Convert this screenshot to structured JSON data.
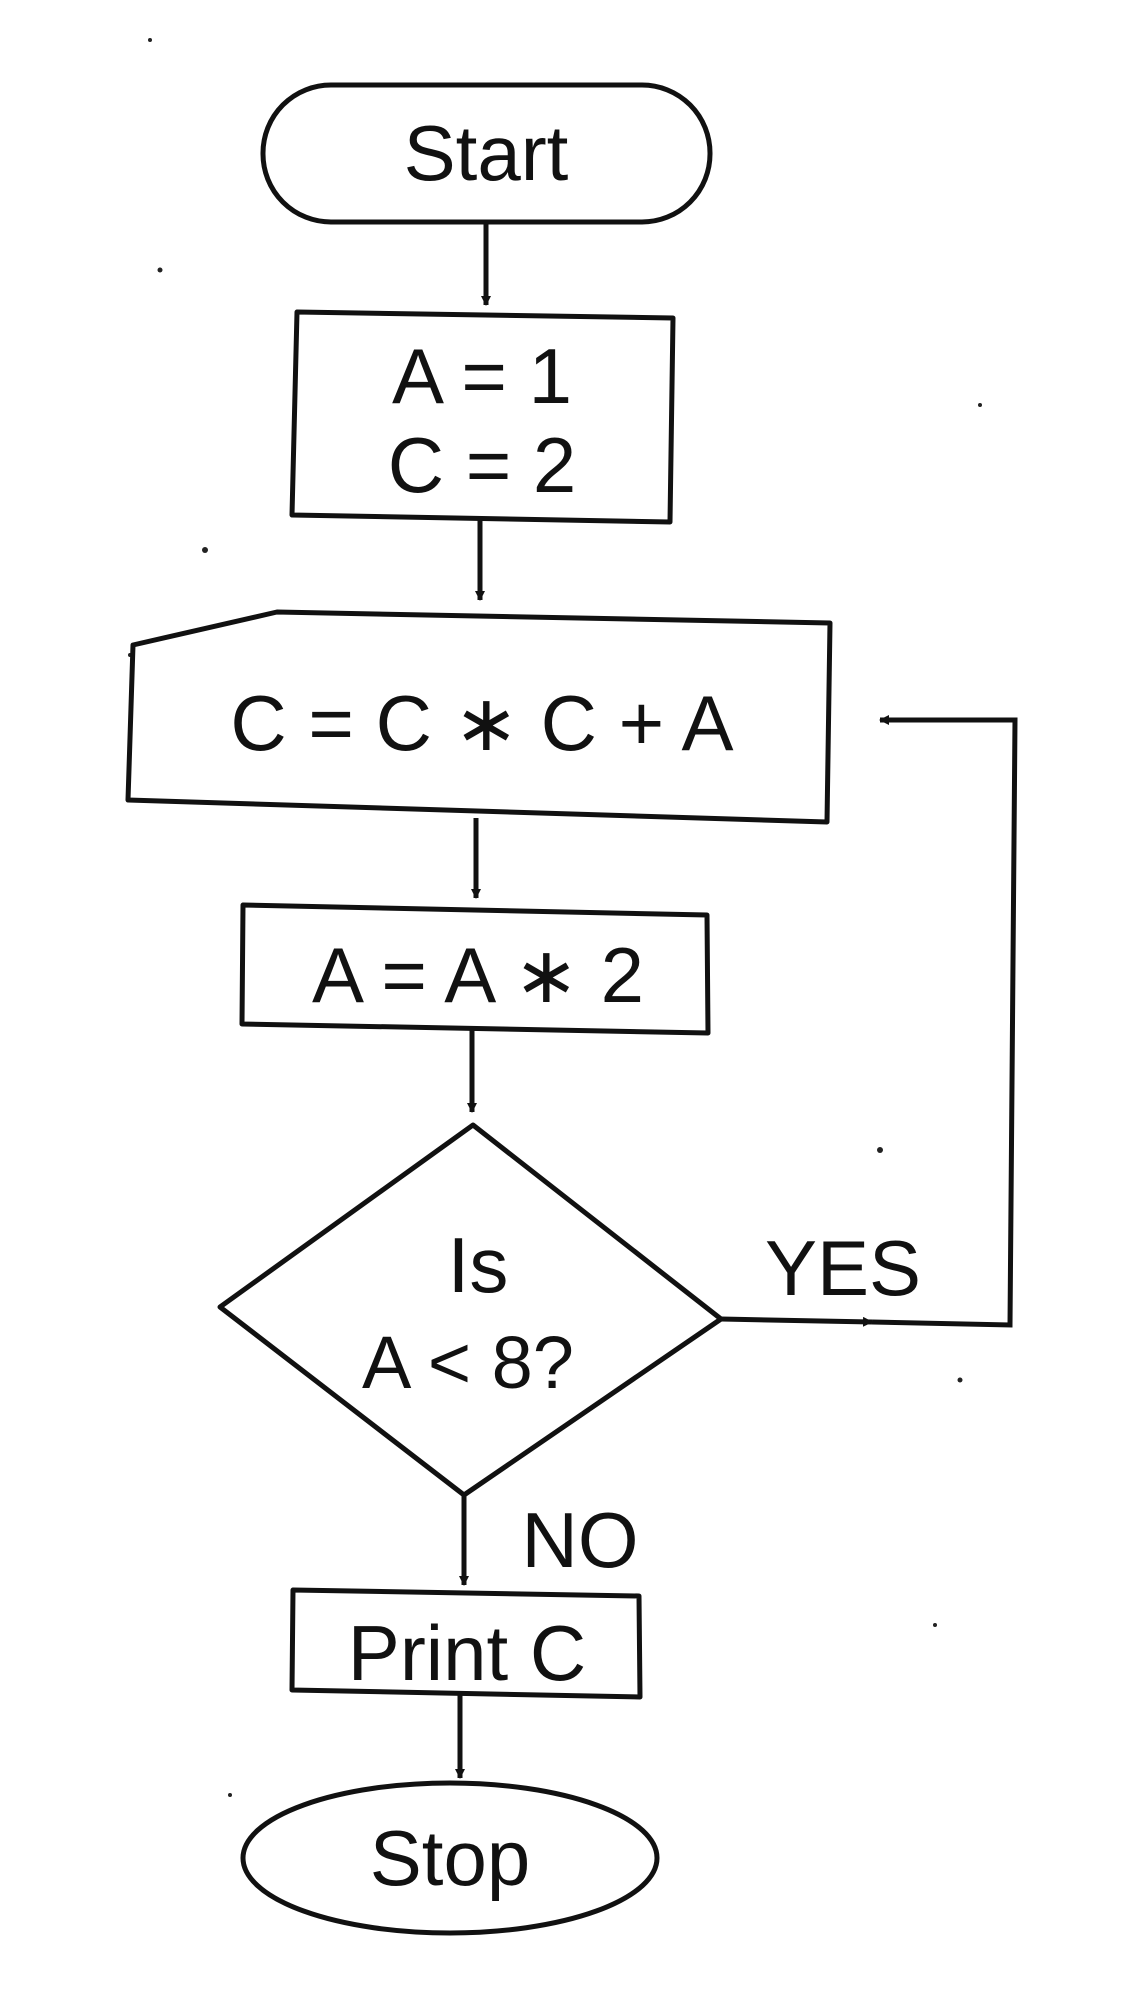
{
  "flowchart": {
    "start": "Start",
    "init_line1": "A = 1",
    "init_line2": "C = 2",
    "compute": "C = C ∗ C + A",
    "double": "A = A ∗ 2",
    "decision_line1": "Is",
    "decision_line2": "A < 8?",
    "yes_label": "YES",
    "no_label": "NO",
    "print": "Print C",
    "stop": "Stop"
  }
}
